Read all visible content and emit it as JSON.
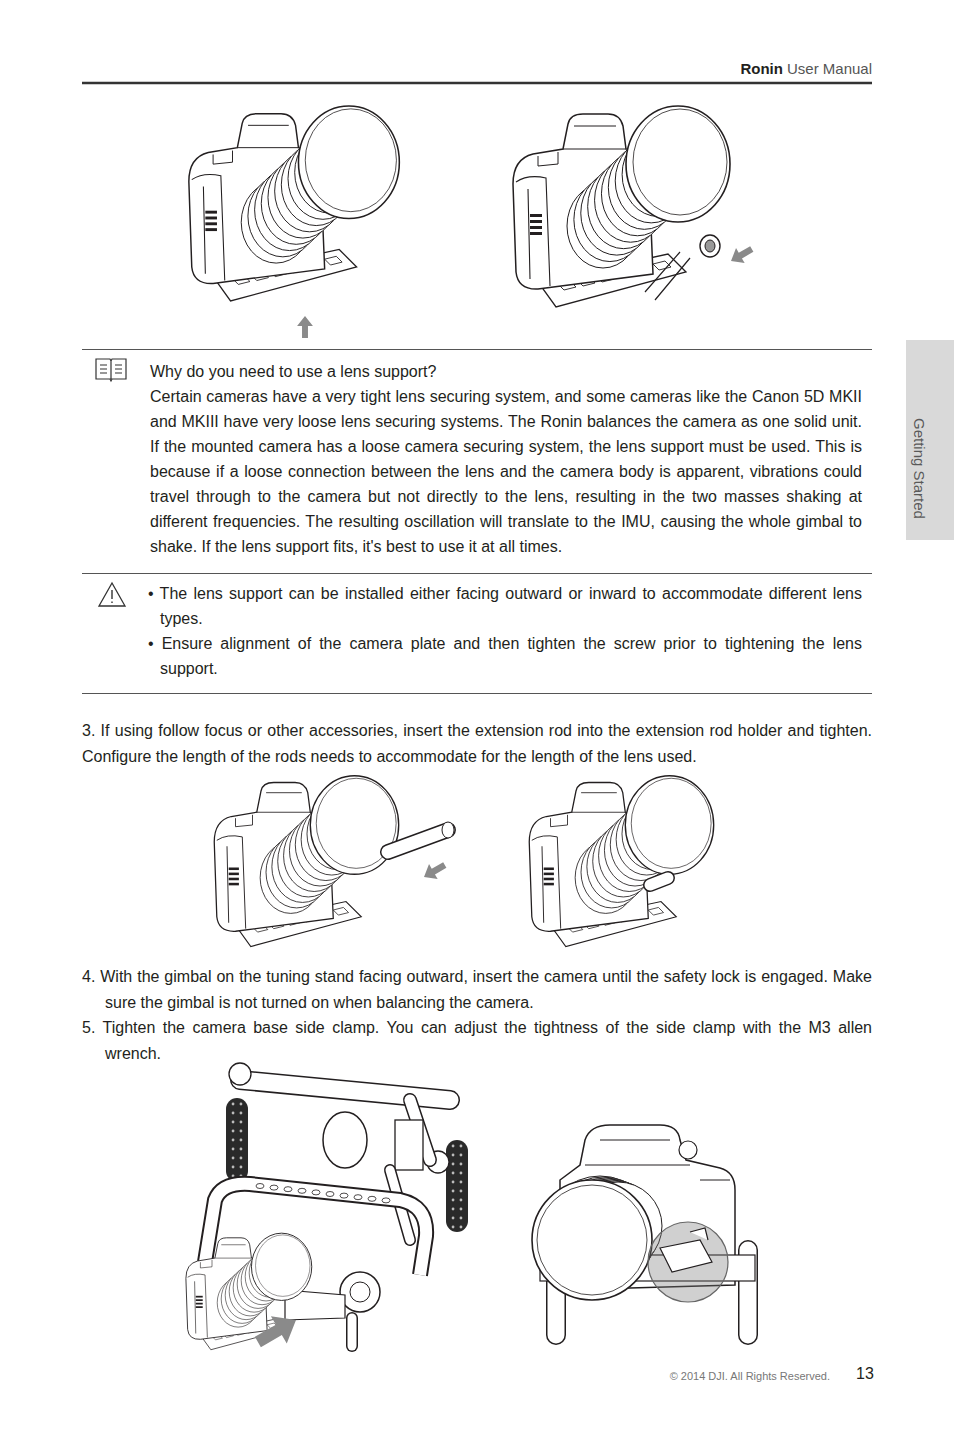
{
  "diagram": {
    "nodes": [
      {
        "text": [
          "Why do you need to use a lens support?",
          "Certain cameras have a very tight lens securing system, and some cameras like the Canon 5D MKII and MKIII have very loose lens securing systems. The Ronin balances the camera as one solid unit. If the mounted camera has a loose camera securing system, the lens support must be used. This is because if a loose connection between the lens and the camera body is apparent, vibrations could travel through to the camera but not directly to the lens, resulting in the two masses shaking at different frequencies. The resulting oscillation will translate to the IMU, causing the whole gimbal to shake. If the lens support fits, it's best to use it at all times."
        ]
      },
      {
        "text": [
          "• The lens support can be installed either facing outward or inward to accommodate different lens types.",
          "• Ensure alignment of the camera plate and then tighten the screw prior to tightening the lens support."
        ]
      },
      {
        "text": [
          "Getting Started"
        ]
      }
    ],
    "labels": [
      "Ronin",
      "User Manual",
      "3. If using follow focus or other accessories, insert the extension rod into the extension rod holder and tighten. Configure the length of the rods needs to accommodate for the length of the lens used.",
      "4. With the gimbal on the tuning stand facing outward, insert the camera until the safety lock is engaged. Make sure the gimbal is not turned on when balancing the camera.",
      "5. Tighten the camera base side clamp. You can adjust the tightness of the side clamp with the M3 allen wrench.",
      "© 2014 DJI. All Rights Reserved.",
      "13"
    ]
  }
}
